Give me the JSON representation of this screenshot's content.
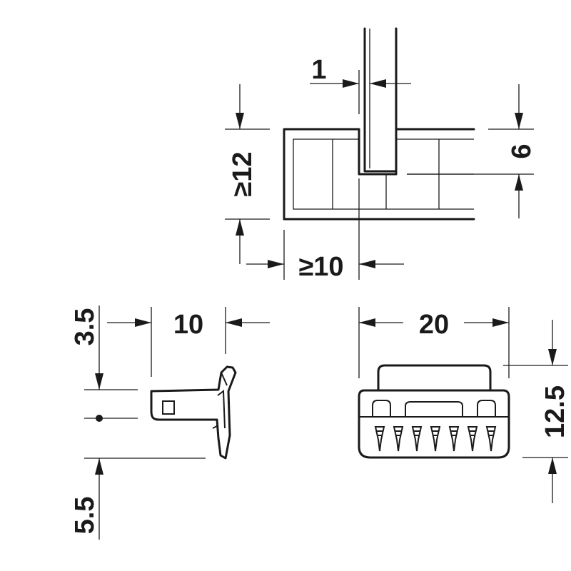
{
  "dimensions": {
    "slot_gap": "1",
    "slot_depth": "6",
    "min_thickness": "≥12",
    "min_edge": "≥10",
    "side_top_offset": "3.5",
    "side_width": "10",
    "side_bottom_offset": "5.5",
    "front_width": "20",
    "front_height": "12.5"
  },
  "colors": {
    "line": "#1a1a1a",
    "background": "#ffffff"
  }
}
